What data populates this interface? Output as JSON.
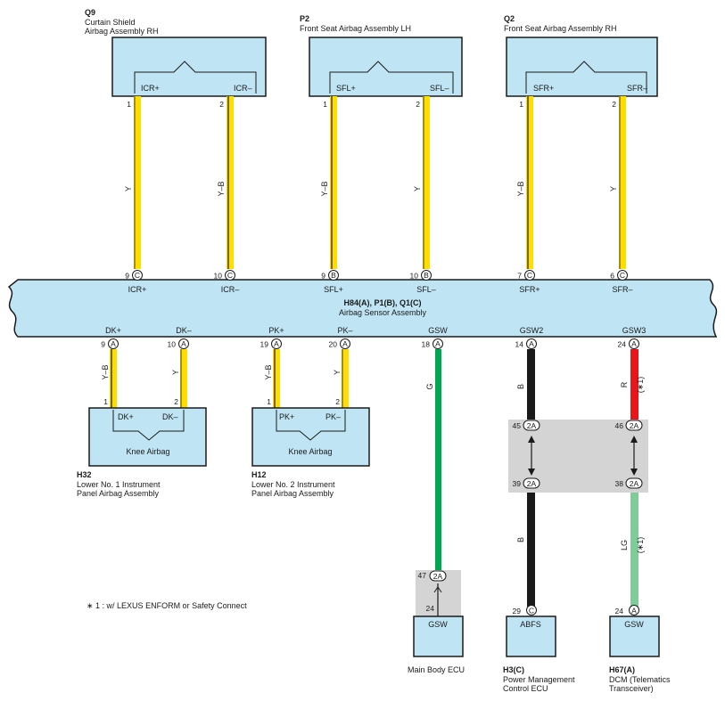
{
  "components": {
    "q9": {
      "code": "Q9",
      "name_line1": "Curtain Shield",
      "name_line2": "Airbag Assembly RH",
      "term_pos": "ICR+",
      "term_neg": "ICR–",
      "pin_pos": "1",
      "pin_neg": "2"
    },
    "p2": {
      "code": "P2",
      "name_line1": "Front Seat Airbag Assembly LH",
      "term_pos": "SFL+",
      "term_neg": "SFL–",
      "pin_pos": "1",
      "pin_neg": "2"
    },
    "q2": {
      "code": "Q2",
      "name_line1": "Front Seat Airbag Assembly RH",
      "term_pos": "SFR+",
      "term_neg": "SFR–",
      "pin_pos": "1",
      "pin_neg": "2"
    },
    "h32": {
      "code": "H32",
      "name_line1": "Lower No. 1 Instrument",
      "name_line2": "Panel Airbag Assembly",
      "term_pos": "DK+",
      "term_neg": "DK–",
      "title": "Knee Airbag",
      "pin_pos": "1",
      "pin_neg": "2"
    },
    "h12": {
      "code": "H12",
      "name_line1": "Lower No. 2 Instrument",
      "name_line2": "Panel Airbag Assembly",
      "term_pos": "PK+",
      "term_neg": "PK–",
      "title": "Knee Airbag",
      "pin_pos": "1",
      "pin_neg": "2"
    },
    "main_body": {
      "label": "GSW",
      "name": "Main Body ECU",
      "pin": "24"
    },
    "h3": {
      "code": "H3(C)",
      "label": "ABFS",
      "name_line1": "Power Management",
      "name_line2": "Control ECU",
      "pin": "29",
      "conn": "C"
    },
    "h67": {
      "code": "H67(A)",
      "label": "GSW",
      "name_line1": "DCM (Telematics",
      "name_line2": "Transceiver)",
      "pin": "24",
      "conn": "A"
    }
  },
  "ecu": {
    "title": "H84(A), P1(B), Q1(C)",
    "name": "Airbag Sensor Assembly",
    "top_terminals": [
      {
        "pin": "9",
        "conn": "C",
        "term": "ICR+"
      },
      {
        "pin": "10",
        "conn": "C",
        "term": "ICR–"
      },
      {
        "pin": "9",
        "conn": "B",
        "term": "SFL+"
      },
      {
        "pin": "10",
        "conn": "B",
        "term": "SFL–"
      },
      {
        "pin": "7",
        "conn": "C",
        "term": "SFR+"
      },
      {
        "pin": "6",
        "conn": "C",
        "term": "SFR–"
      }
    ],
    "bottom_terminals": [
      {
        "pin": "9",
        "conn": "A",
        "term": "DK+"
      },
      {
        "pin": "10",
        "conn": "A",
        "term": "DK–"
      },
      {
        "pin": "19",
        "conn": "A",
        "term": "PK+"
      },
      {
        "pin": "20",
        "conn": "A",
        "term": "PK–"
      },
      {
        "pin": "18",
        "conn": "A",
        "term": "GSW"
      },
      {
        "pin": "14",
        "conn": "A",
        "term": "GSW2"
      },
      {
        "pin": "24",
        "conn": "A",
        "term": "GSW3"
      }
    ]
  },
  "wires": {
    "icr_pos": "Y",
    "icr_neg": "Y–B",
    "sfl_pos": "Y–B",
    "sfl_neg": "Y",
    "sfr_pos": "Y–B",
    "sfr_neg": "Y",
    "dk_pos": "Y–B",
    "dk_neg": "Y",
    "pk_pos": "Y–B",
    "pk_neg": "Y",
    "gsw": "G",
    "gsw2_upper": "B",
    "gsw2_lower": "B",
    "gsw3_upper": "R",
    "gsw3_lower": "LG",
    "note_mark": "(∗1)"
  },
  "junctions": {
    "j45": {
      "pin": "45",
      "conn": "2A"
    },
    "j39": {
      "pin": "39",
      "conn": "2A"
    },
    "j46": {
      "pin": "46",
      "conn": "2A"
    },
    "j38": {
      "pin": "38",
      "conn": "2A"
    },
    "j47": {
      "pin": "47",
      "conn": "2A"
    }
  },
  "footnote": "∗ 1 : w/ LEXUS ENFORM or Safety Connect",
  "colors": {
    "yellow": "#ffdd00",
    "green": "#00a651",
    "black": "#1a1a1a",
    "red": "#e8161b",
    "light_green": "#80cc99",
    "component_fill": "#bfe4f3",
    "junction_fill": "#d4d4d4"
  }
}
